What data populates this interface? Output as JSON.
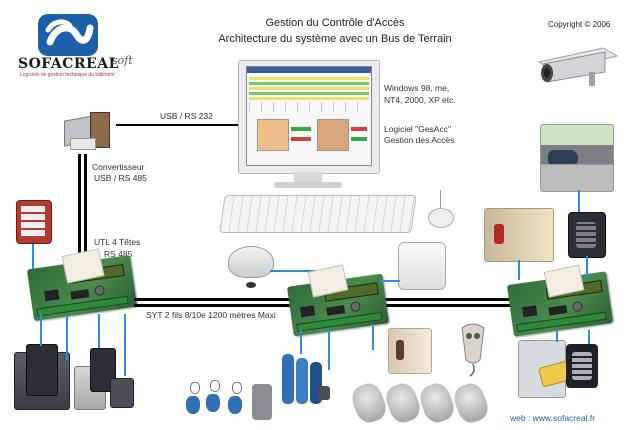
{
  "header": {
    "title_line1": "Gestion du Contrôle d'Accès",
    "title_line2": "Architecture du système avec un Bus de Terrain",
    "copyright": "Copyright © 2006"
  },
  "logo": {
    "brand": "SOFACREAL",
    "brand_suffix": "soft",
    "tagline": "Logiciels de gestion technique du bâtiment"
  },
  "labels": {
    "usb_rs232": "USB / RS 232",
    "converter_line1": "Convertisseur",
    "converter_line2": "USB / RS 485",
    "os_line1": "Windows 98, me,",
    "os_line2": "NT4, 2000, XP etc.",
    "software_line1": "Logiciel \"GesAcc\"",
    "software_line2": "Gestion des Accès",
    "utl_line1": "UTL 4 Têtes",
    "utl_line2": "RS 485",
    "bus_spec": "SYT 2 fils 8/10e 1200 mètres Maxi",
    "website": "web : www.sofacreal.fr"
  },
  "colors": {
    "bus": "#000000",
    "wire": "#2a8fe0",
    "logo_blue": "#1d5fa8",
    "board_green": "#3f7c46"
  },
  "icons": [
    "logo-swirl-icon",
    "camera-icon",
    "computer-monitor-icon",
    "keyboard-icon",
    "mouse-icon",
    "converter-icon",
    "keypad-icon",
    "card-reader-icon",
    "remote-fob-icon"
  ]
}
